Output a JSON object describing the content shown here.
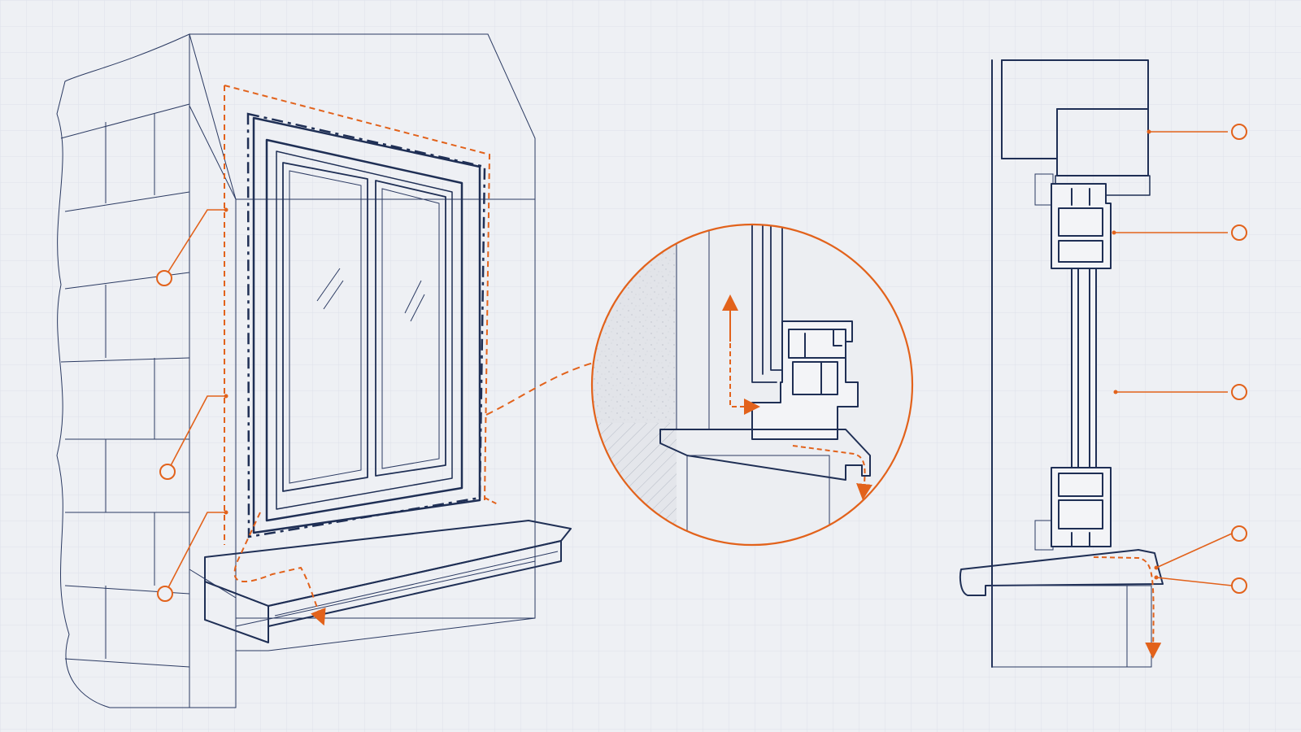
{
  "colors": {
    "background": "#eef0f4",
    "grid": "#dde1ea",
    "ink": "#1f2f55",
    "accent": "#e2621b",
    "concrete": "#e1e3e8",
    "wood": "#eab383"
  },
  "views": [
    "perspective-view",
    "detail-magnifier",
    "section-view"
  ],
  "callout_markers": {
    "perspective": 3,
    "section": 5
  }
}
